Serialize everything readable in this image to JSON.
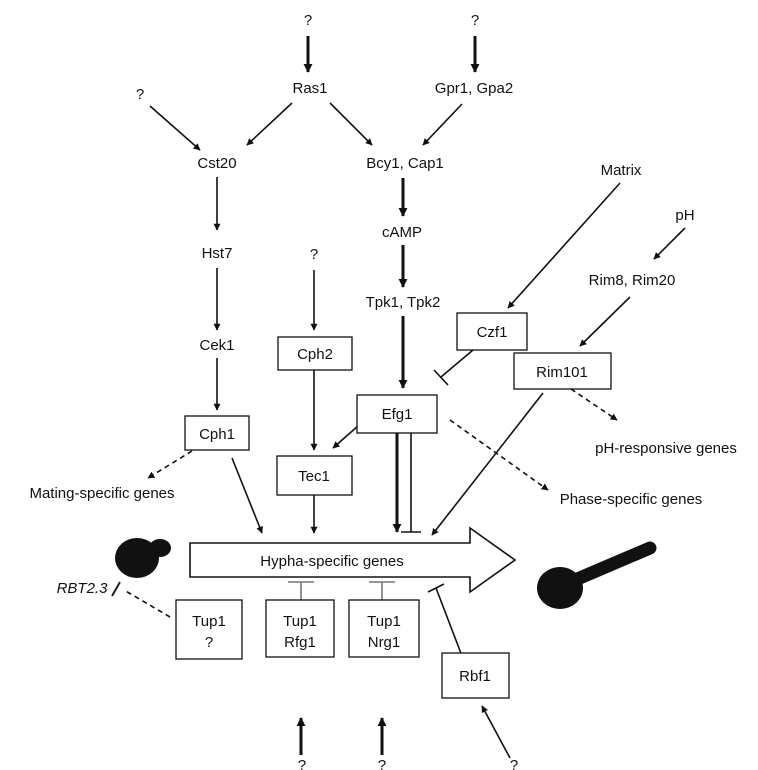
{
  "nodes": {
    "q_ras1": "?",
    "q_gpr1": "?",
    "q_cst20": "?",
    "ras1": "Ras1",
    "gpr1_gpa2": "Gpr1, Gpa2",
    "cst20": "Cst20",
    "bcy1_cap1": "Bcy1, Cap1",
    "matrix": "Matrix",
    "camp": "cAMP",
    "ph": "pH",
    "hst7": "Hst7",
    "q_cph2": "?",
    "rim8_rim20": "Rim8, Rim20",
    "tpk1_tpk2": "Tpk1, Tpk2",
    "czf1": "Czf1",
    "cek1": "Cek1",
    "cph2": "Cph2",
    "rim101": "Rim101",
    "efg1": "Efg1",
    "cph1": "Cph1",
    "ph_genes": "pH-responsive genes",
    "tec1": "Tec1",
    "mating_genes": "Mating-specific genes",
    "phase_genes": "Phase-specific genes",
    "hypha_genes": "Hypha-specific genes",
    "rbt23": "RBT2.3",
    "tup1_q_line1": "Tup1",
    "tup1_q_line2": "?",
    "tup1_rfg1_line1": "Tup1",
    "tup1_rfg1_line2": "Rfg1",
    "tup1_nrg1_line1": "Tup1",
    "tup1_nrg1_line2": "Nrg1",
    "rbf1": "Rbf1",
    "q_rbf1": "?",
    "q_rfg1": "?",
    "q_nrg1": "?"
  },
  "edges": [
    {
      "from": "q_ras1",
      "to": "ras1",
      "type": "activation",
      "weight": "bold"
    },
    {
      "from": "q_gpr1",
      "to": "gpr1_gpa2",
      "type": "activation",
      "weight": "bold"
    },
    {
      "from": "q_cst20",
      "to": "cst20",
      "type": "activation",
      "weight": "normal"
    },
    {
      "from": "ras1",
      "to": "cst20",
      "type": "activation",
      "weight": "normal"
    },
    {
      "from": "ras1",
      "to": "bcy1_cap1",
      "type": "activation",
      "weight": "normal"
    },
    {
      "from": "gpr1_gpa2",
      "to": "bcy1_cap1",
      "type": "activation",
      "weight": "normal"
    },
    {
      "from": "cst20",
      "to": "hst7",
      "type": "activation",
      "weight": "normal"
    },
    {
      "from": "hst7",
      "to": "cek1",
      "type": "activation",
      "weight": "normal"
    },
    {
      "from": "cek1",
      "to": "cph1",
      "type": "activation",
      "weight": "normal"
    },
    {
      "from": "bcy1_cap1",
      "to": "camp",
      "type": "activation",
      "weight": "bold"
    },
    {
      "from": "camp",
      "to": "tpk1_tpk2",
      "type": "activation",
      "weight": "bold"
    },
    {
      "from": "tpk1_tpk2",
      "to": "efg1",
      "type": "activation",
      "weight": "bold"
    },
    {
      "from": "matrix",
      "to": "czf1",
      "type": "activation",
      "weight": "normal"
    },
    {
      "from": "czf1",
      "to": "efg1",
      "type": "inhibition",
      "weight": "normal"
    },
    {
      "from": "ph",
      "to": "rim8_rim20",
      "type": "activation",
      "weight": "normal"
    },
    {
      "from": "rim8_rim20",
      "to": "rim101",
      "type": "activation",
      "weight": "normal"
    },
    {
      "from": "rim101",
      "to": "ph_genes",
      "type": "activation",
      "style": "dashed"
    },
    {
      "from": "rim101",
      "to": "hypha_genes",
      "type": "activation",
      "weight": "normal"
    },
    {
      "from": "q_cph2",
      "to": "cph2",
      "type": "activation",
      "weight": "normal"
    },
    {
      "from": "cph2",
      "to": "tec1",
      "type": "activation",
      "weight": "normal"
    },
    {
      "from": "efg1",
      "to": "tec1",
      "type": "activation",
      "weight": "normal"
    },
    {
      "from": "efg1",
      "to": "phase_genes",
      "type": "activation",
      "style": "dashed"
    },
    {
      "from": "efg1",
      "to": "hypha_genes",
      "type": "activation",
      "weight": "bold"
    },
    {
      "from": "efg1",
      "to": "hypha_genes",
      "type": "inhibition",
      "weight": "normal"
    },
    {
      "from": "cph1",
      "to": "mating_genes",
      "type": "activation",
      "style": "dashed"
    },
    {
      "from": "cph1",
      "to": "hypha_genes",
      "type": "activation",
      "weight": "normal"
    },
    {
      "from": "tec1",
      "to": "hypha_genes",
      "type": "activation",
      "weight": "normal"
    },
    {
      "from": "tup1_q",
      "to": "rbt23",
      "type": "inhibition",
      "style": "dashed"
    },
    {
      "from": "tup1_rfg1",
      "to": "hypha_genes",
      "type": "inhibition",
      "weight": "normal"
    },
    {
      "from": "tup1_nrg1",
      "to": "hypha_genes",
      "type": "inhibition",
      "weight": "normal"
    },
    {
      "from": "rbf1",
      "to": "hypha_genes",
      "type": "inhibition",
      "weight": "normal"
    },
    {
      "from": "q_rbf1",
      "to": "rbf1",
      "type": "activation",
      "weight": "normal"
    },
    {
      "from": "q_rfg1",
      "to": "tup1_rfg1",
      "type": "activation",
      "weight": "bold"
    },
    {
      "from": "q_nrg1",
      "to": "tup1_nrg1",
      "type": "activation",
      "weight": "bold"
    }
  ],
  "icons": [
    "yeast-cell-icon",
    "hyphal-cell-icon"
  ]
}
